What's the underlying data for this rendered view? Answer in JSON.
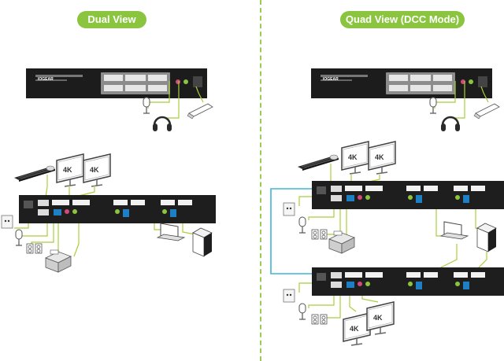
{
  "headers": {
    "dual_view": "Dual View",
    "quad_view": "Quad View (DCC Mode)"
  },
  "kvm": {
    "brand": "IOGEAR"
  },
  "monitors": {
    "label": "4K"
  },
  "colors": {
    "accent_green": "#8bc53f",
    "divider_green": "#9ccc4d",
    "cable_green": "#a6ce39",
    "cable_cyan": "#3eb5d9",
    "device_dark": "#1e1e1e"
  }
}
